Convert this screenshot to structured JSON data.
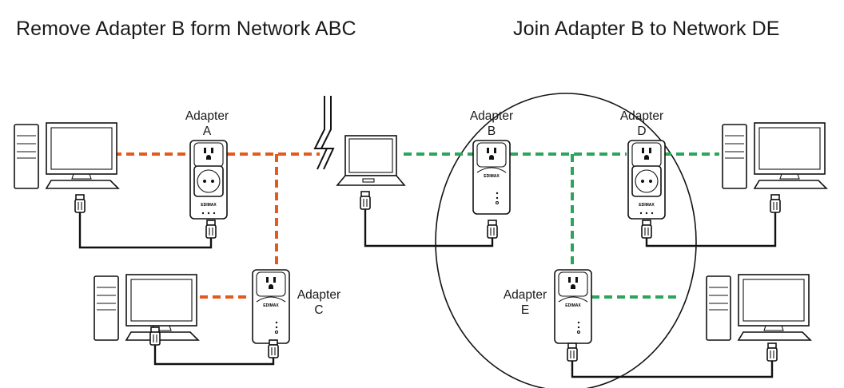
{
  "titles": {
    "left": "Remove Adapter B form Network ABC",
    "right": "Join Adapter B to Network DE"
  },
  "adapters": {
    "a": {
      "line1": "Adapter",
      "line2": "A"
    },
    "b": {
      "line1": "Adapter",
      "line2": "B"
    },
    "c": {
      "line1": "Adapter",
      "line2": "C"
    },
    "d": {
      "line1": "Adapter",
      "line2": "D"
    },
    "e": {
      "line1": "Adapter",
      "line2": "E"
    }
  },
  "colors": {
    "network_abc_line": "#e3591e",
    "network_de_line": "#2aa55a",
    "cable": "#111111"
  },
  "icons": [
    "desktop-computer",
    "laptop-computer",
    "powerline-adapter",
    "ethernet-plug",
    "lightning-break"
  ]
}
